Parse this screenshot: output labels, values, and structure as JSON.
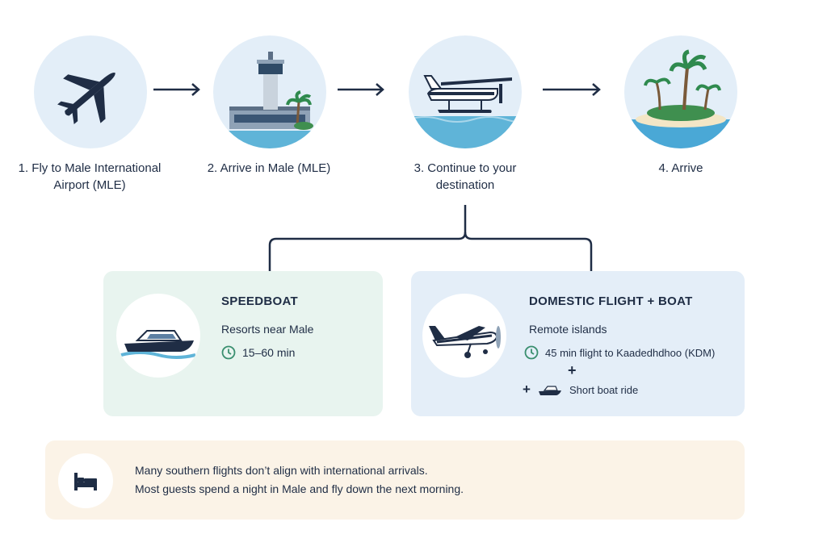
{
  "steps": [
    {
      "label": "1. Fly to Male International Airport (MLE)",
      "icon": "airplane-icon"
    },
    {
      "label": "2. Arrive in Male (MLE)",
      "icon": "airport-tower-icon"
    },
    {
      "label": "3. Continue to your destination",
      "icon": "seaplane-icon"
    },
    {
      "label": "4. Arrive",
      "icon": "island-icon"
    }
  ],
  "options": {
    "speedboat": {
      "title": "SPEEDBOAT",
      "subtitle": "Resorts near Male",
      "duration": "15–60 min",
      "icon": "speedboat-icon"
    },
    "domestic": {
      "title": "DOMESTIC FLIGHT + BOAT",
      "subtitle": "Remote islands",
      "flight_detail": "45 min flight to Kaadedhdhoo (KDM)",
      "plus": "+",
      "boat_detail": "Short boat ride",
      "icon": "propeller-plane-icon"
    }
  },
  "note": {
    "line1": "Many southern flights don’t align with international arrivals.",
    "line2": "Most guests spend a night in Male and fly down the next morning.",
    "icon": "bed-icon"
  },
  "colors": {
    "navy": "#1f2d45",
    "circle_bg": "#e3eef8",
    "speedboat_card": "#e8f4ef",
    "domestic_card": "#e4eef8",
    "note_bg": "#fbf3e7",
    "accent_green": "#3a8f6f"
  }
}
